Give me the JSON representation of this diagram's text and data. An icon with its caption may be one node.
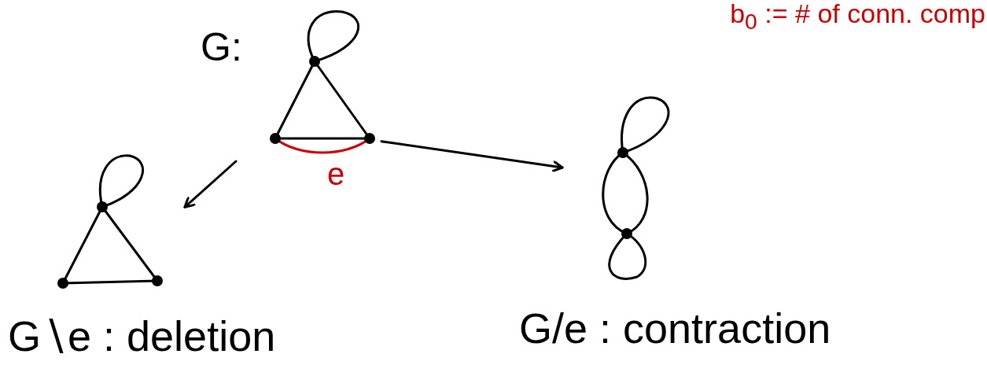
{
  "diagram": {
    "nodes": [
      {
        "text": [
          "G:"
        ]
      },
      {
        "text": [
          "G∖e : deletion"
        ]
      },
      {
        "text": [
          "G/e : contraction"
        ]
      }
    ],
    "edges": [
      {
        "from": 0,
        "to": 1,
        "arrow": "to"
      },
      {
        "from": 0,
        "to": 2,
        "arrow": "to"
      }
    ],
    "labels": [
      "b$_{0}$ := # of conn. comp",
      "e"
    ]
  }
}
